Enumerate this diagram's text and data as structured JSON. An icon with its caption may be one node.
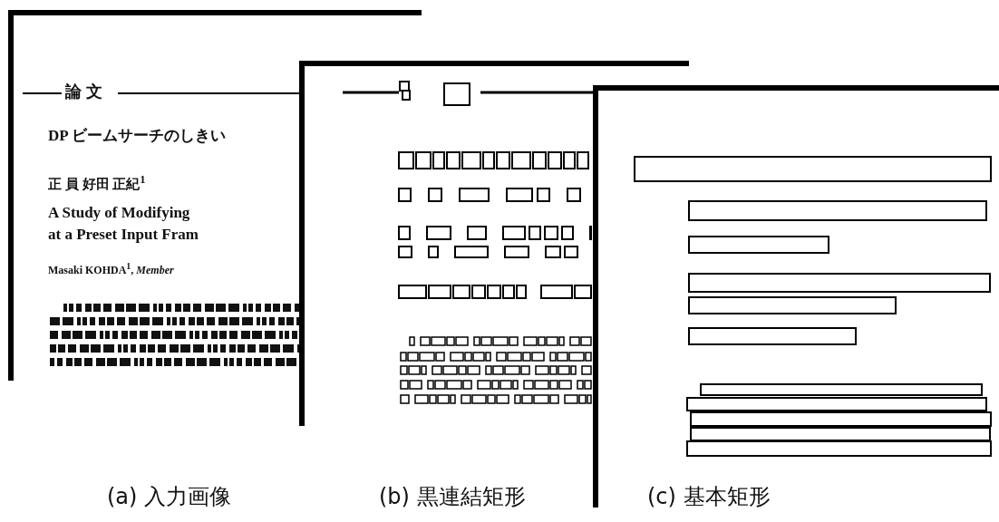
{
  "diagram": {
    "labels": [
      "論 文",
      "DP ビームサーチのしきい",
      "正 員 好田 正紀$^{1}$",
      "A Study of Modifying",
      "at a Preset Input Fram",
      "Masaki KOHDA$^{1}$, *Member*",
      "(a) 入力画像",
      "(b) 黒連結矩形",
      "(c) 基本矩形"
    ]
  }
}
